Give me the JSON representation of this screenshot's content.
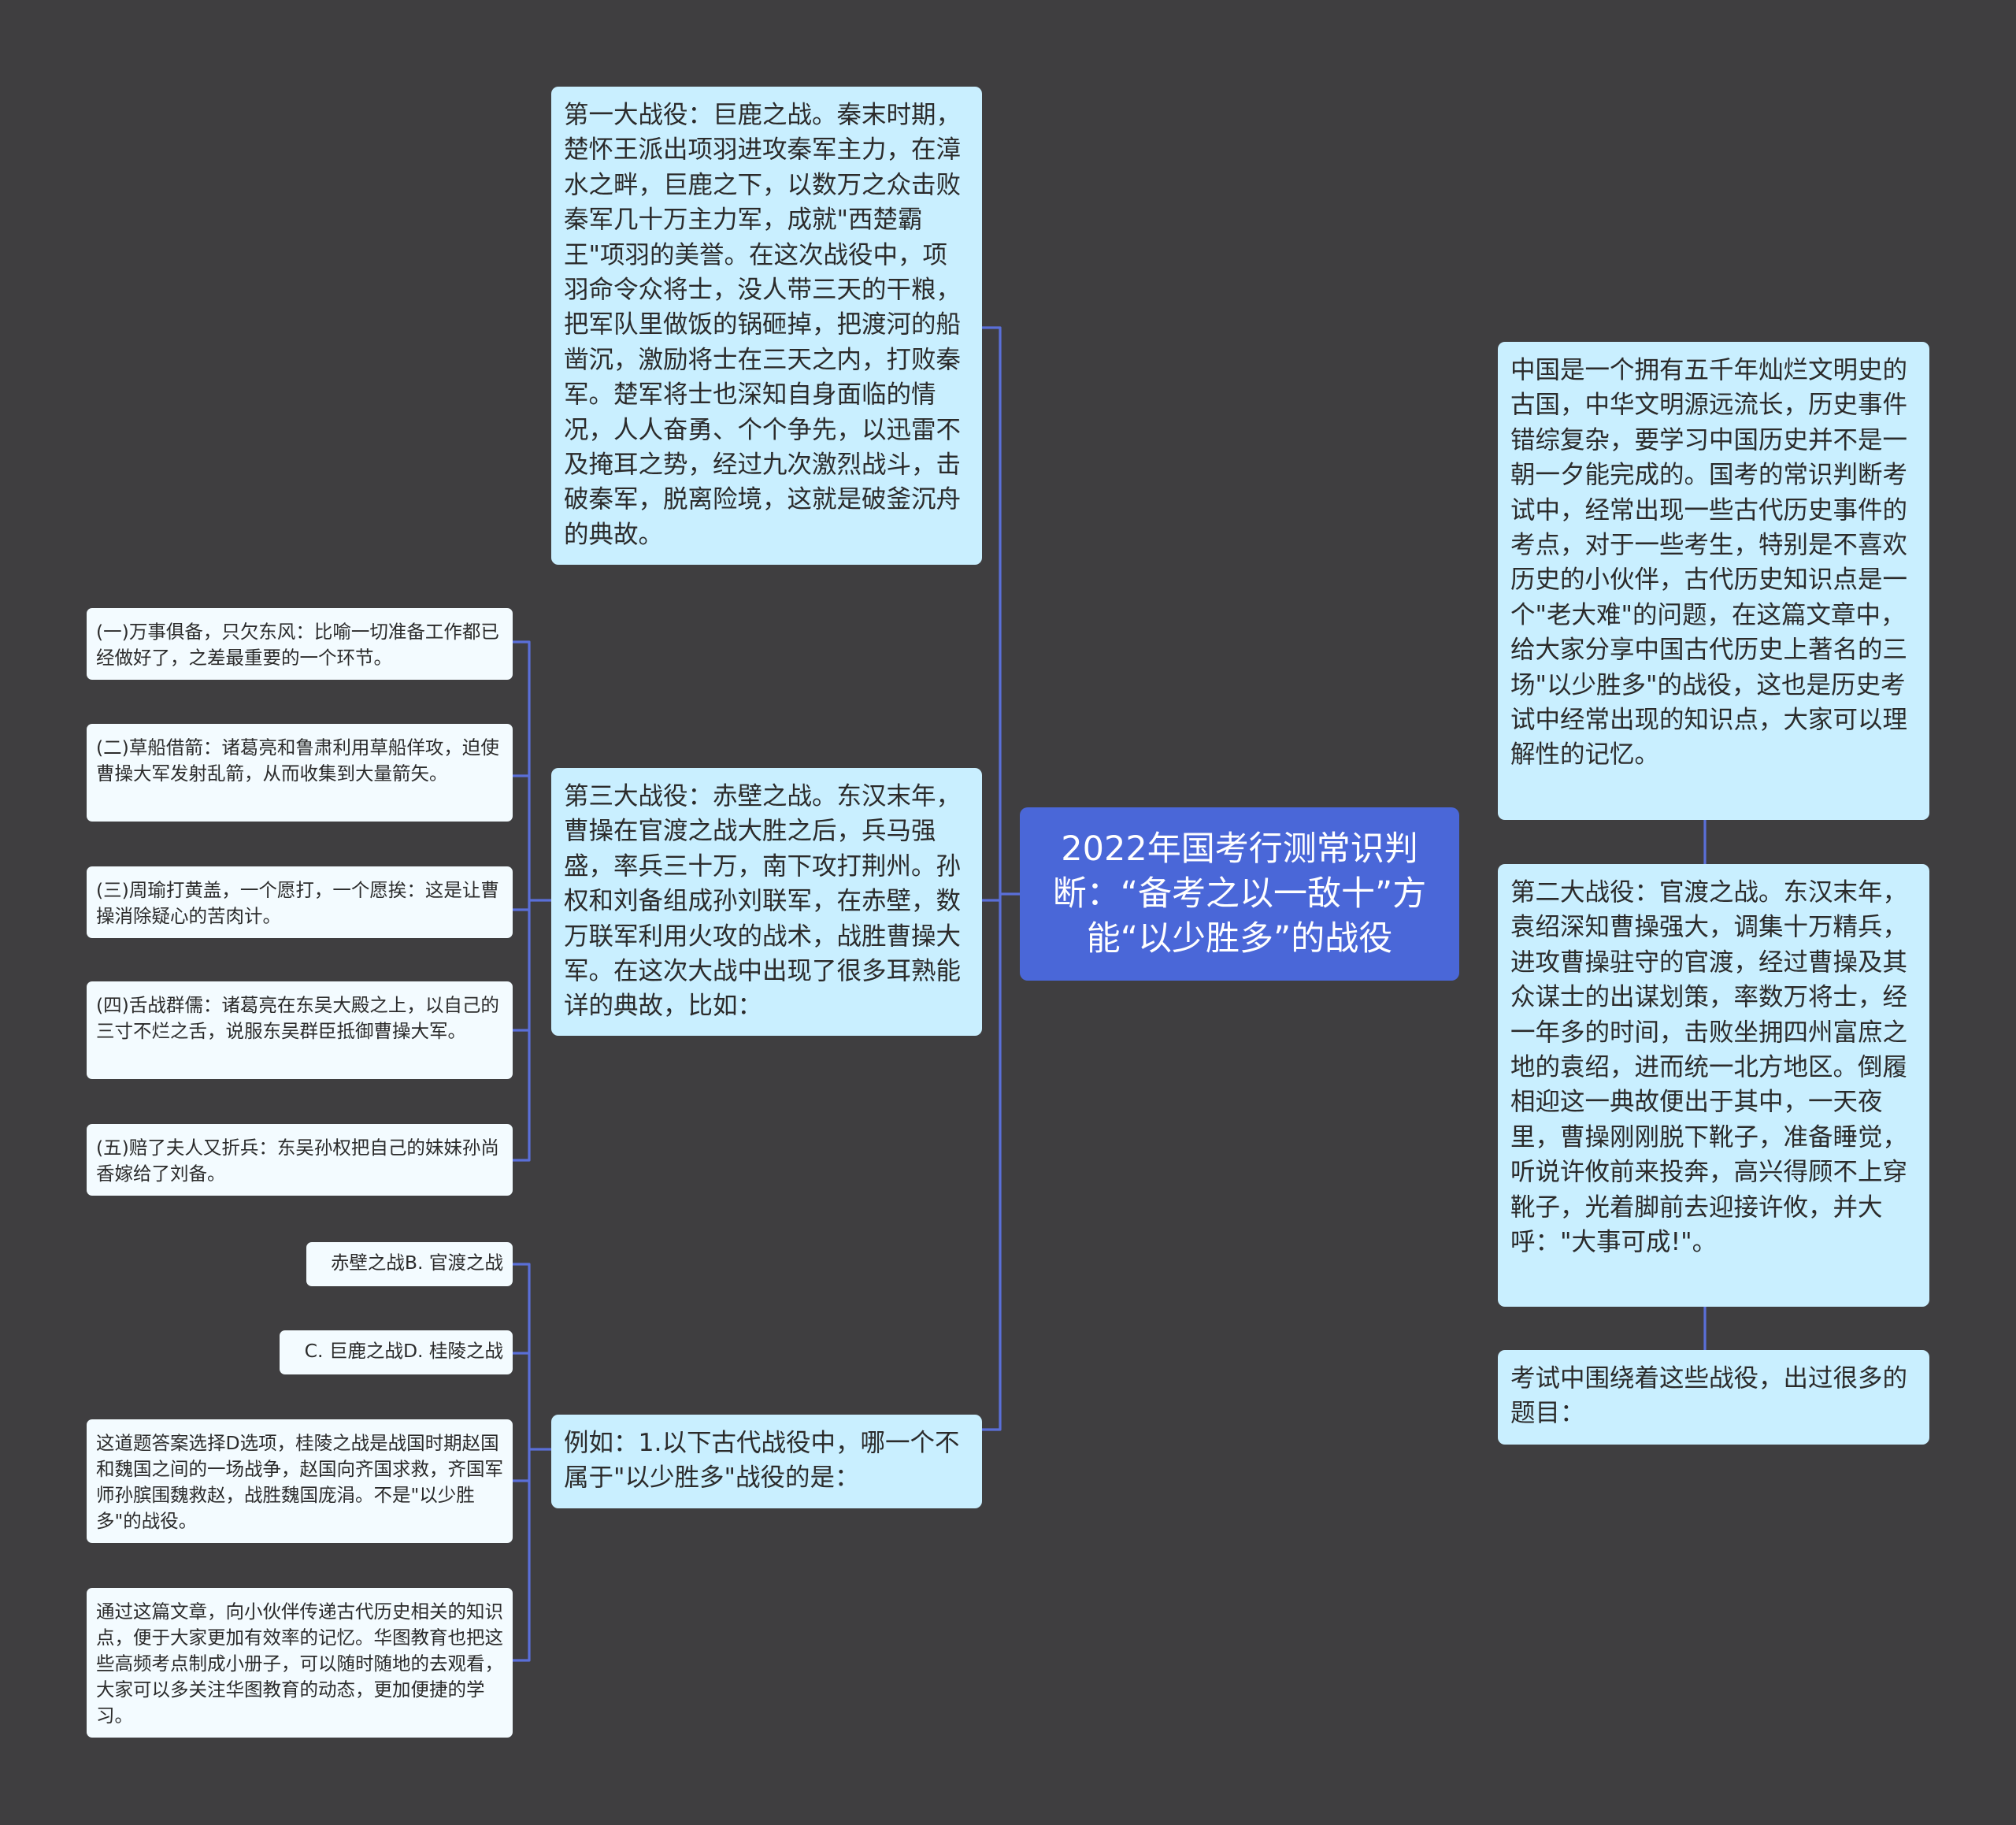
{
  "root": {
    "text": "2022年国考行测常识判断：“备考之以一敌十”方能“以少胜多”的战役"
  },
  "left": [
    {
      "text": "第一大战役：巨鹿之战。秦末时期，楚怀王派出项羽进攻秦军主力，在漳水之畔，巨鹿之下，以数万之众击败秦军几十万主力军，成就\"西楚霸王\"项羽的美誉。在这次战役中，项羽命令众将士，没人带三天的干粮，把军队里做饭的锅砸掉，把渡河的船凿沉，激励将士在三天之内，打败秦军。楚军将士也深知自身面临的情况，人人奋勇、个个争先，以迅雷不及掩耳之势，经过九次激烈战斗，击破秦军，脱离险境，这就是破釜沉舟的典故。"
    },
    {
      "text": "第三大战役：赤壁之战。东汉末年，曹操在官渡之战大胜之后，兵马强盛，率兵三十万，南下攻打荆州。孙权和刘备组成孙刘联军，在赤壁，数万联军利用火攻的战术，战胜曹操大军。在这次大战中出现了很多耳熟能详的典故，比如：",
      "children": [
        {
          "text": "(一)万事俱备，只欠东风：比喻一切准备工作都已经做好了，之差最重要的一个环节。"
        },
        {
          "text": "(二)草船借箭：诸葛亮和鲁肃利用草船佯攻，迫使曹操大军发射乱箭，从而收集到大量箭矢。"
        },
        {
          "text": "(三)周瑜打黄盖，一个愿打，一个愿挨：这是让曹操消除疑心的苦肉计。"
        },
        {
          "text": "(四)舌战群儒：诸葛亮在东吴大殿之上，以自己的三寸不烂之舌，说服东吴群臣抵御曹操大军。"
        },
        {
          "text": "(五)赔了夫人又折兵：东吴孙权把自己的妹妹孙尚香嫁给了刘备。"
        }
      ]
    },
    {
      "text": "例如：1.以下古代战役中，哪一个不属于\"以少胜多\"战役的是：",
      "children": [
        {
          "text": "赤壁之战B. 官渡之战"
        },
        {
          "text": "C. 巨鹿之战D. 桂陵之战"
        },
        {
          "text": "这道题答案选择D选项，桂陵之战是战国时期赵国和魏国之间的一场战争，赵国向齐国求救，齐国军师孙膑围魏救赵，战胜魏国庞涓。不是\"以少胜多\"的战役。"
        },
        {
          "text": "通过这篇文章，向小伙伴传递古代历史相关的知识点，便于大家更加有效率的记忆。华图教育也把这些高频考点制成小册子，可以随时随地的去观看，大家可以多关注华图教育的动态，更加便捷的学习。"
        }
      ]
    }
  ],
  "right": [
    {
      "text": "中国是一个拥有五千年灿烂文明史的古国，中华文明源远流长，历史事件错综复杂，要学习中国历史并不是一朝一夕能完成的。国考的常识判断考试中，经常出现一些古代历史事件的考点，对于一些考生，特别是不喜欢历史的小伙伴，古代历史知识点是一个\"老大难\"的问题，在这篇文章中，给大家分享中国古代历史上著名的三场\"以少胜多\"的战役，这也是历史考试中经常出现的知识点，大家可以理解性的记忆。"
    },
    {
      "text": "第二大战役：官渡之战。东汉末年，袁绍深知曹操强大，调集十万精兵，进攻曹操驻守的官渡，经过曹操及其众谋士的出谋划策，率数万将士，经一年多的时间，击败坐拥四州富庶之地的袁绍，进而统一北方地区。倒履相迎这一典故便出于其中，一天夜里，曹操刚刚脱下靴子，准备睡觉，听说许攸前来投奔，高兴得顾不上穿靴子，光着脚前去迎接许攸，并大呼：\"大事可成!\"。"
    },
    {
      "text": "考试中围绕着这些战役，出过很多的题目："
    }
  ],
  "colors": {
    "background": "#3f3e40",
    "root": "#4a67d8",
    "branch": "#c9efff",
    "leaf": "#f3fbff",
    "link": "#5a6fd8"
  }
}
